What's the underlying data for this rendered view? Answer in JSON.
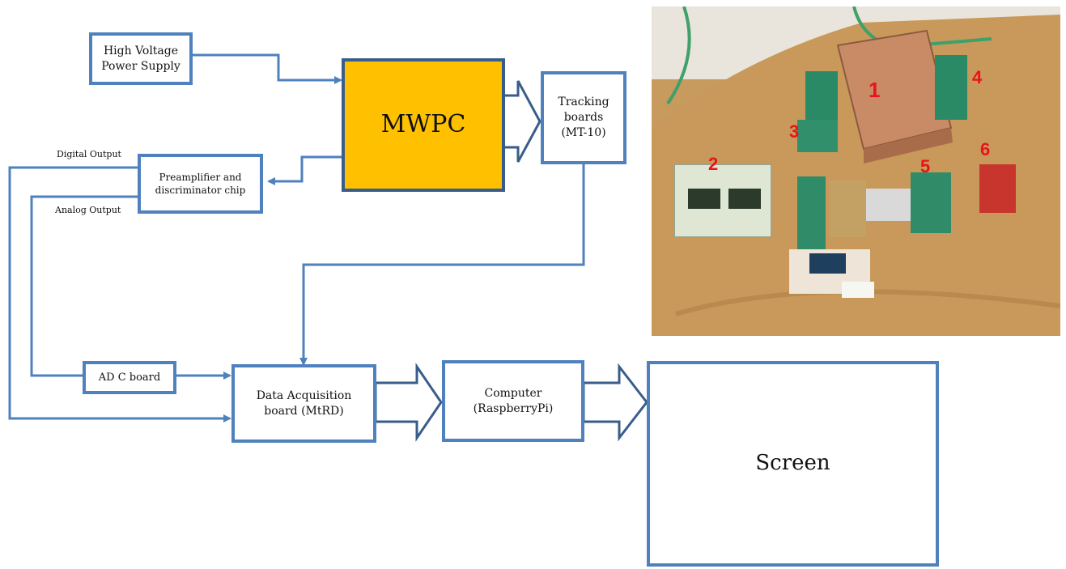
{
  "boxes": {
    "hv_supply": "High Voltage\nPower Supply",
    "mwpc": "MWPC",
    "tracking": "Tracking\nboards\n(MT-10)",
    "preamp": "Preamplifier and\ndiscriminator chip",
    "adc": "AD C board",
    "daq": "Data Acquisition\nboard (MtRD)",
    "computer": "Computer\n(RaspberryPi)",
    "screen": "Screen"
  },
  "labels": {
    "digital_output": "Digital Output",
    "analog_output": "Analog Output"
  },
  "photo_markers": [
    "1",
    "2",
    "3",
    "4",
    "5",
    "6"
  ],
  "colors": {
    "box_border": "#4f81bd",
    "mwpc_fill": "#ffc000",
    "arrow_dark": "#395d8a",
    "marker": "#e8141b"
  }
}
